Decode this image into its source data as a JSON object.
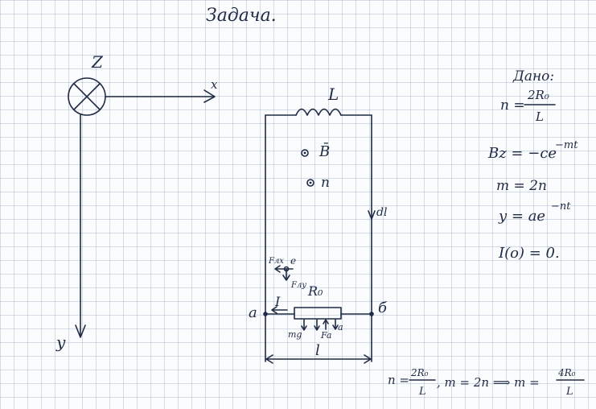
{
  "title": "Задача.",
  "axes": {
    "z_label": "Z",
    "x_label": "x",
    "y_label": "y"
  },
  "circuit": {
    "inductor_label": "L",
    "field_label": "B̄",
    "normal_label": "n",
    "dl_label": "dl",
    "force_label_x": "Fлх",
    "force_label_y": "Fлу",
    "charge_label": "e",
    "resistor_label": "R₀",
    "current_label": "I",
    "left_node": "a",
    "right_node": "б",
    "gravity_label": "mg",
    "force_a_label": "Fa",
    "accel_label": "a",
    "length_label": "l"
  },
  "given": {
    "header": "Дано:",
    "n_lhs": "n =",
    "n_num": "2R₀",
    "n_den": "L",
    "bz": "Bz = −ce",
    "bz_exp": "−mt",
    "m_eq": "m = 2n",
    "y_eq": "y = ae",
    "y_exp": "−nt",
    "i0": "I(o) = 0."
  },
  "bottom": {
    "n_lhs": "n =",
    "n_num": "2R₀",
    "n_den": "L",
    "mid": ", m = 2n ⟹ m =",
    "m_num": "4R₀",
    "m_den": "L"
  }
}
